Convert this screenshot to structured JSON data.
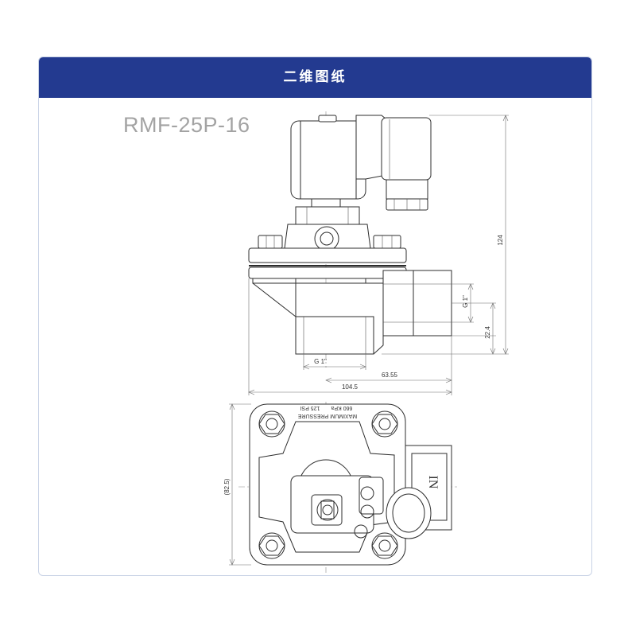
{
  "header": {
    "title": "二维图纸"
  },
  "drawing": {
    "model": "RMF-25P-16",
    "dimensions": {
      "height_total": "124",
      "port_height": "22.4",
      "outlet_thread": "G 1\"",
      "inlet_thread": "G 1\"",
      "width_outlet": "63.55",
      "width_total": "104.5",
      "plan_height": "(82.5)"
    },
    "stamp": {
      "line1": "MAXIMUM PRESSURE",
      "line2_kpa": "660 KPa",
      "line2_psi": "125 PSI",
      "flow_mark": "IN"
    }
  },
  "colors": {
    "header_bg": "#233a90",
    "header_text": "#ffffff",
    "model_text": "#a3a3a3",
    "card_border": "#c9d3e6"
  }
}
